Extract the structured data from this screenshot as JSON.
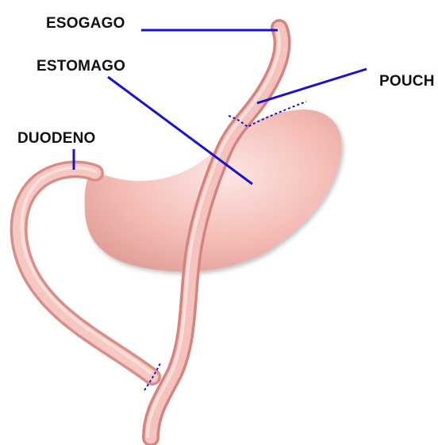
{
  "labels": {
    "esogago": "ESOGAGO",
    "estomago": "ESTOMAGO",
    "pouch": "POUCH",
    "duodeno": "DUODENO"
  },
  "colors": {
    "background": "#ffffff",
    "tissue": "#f2b3ae",
    "tissue_light": "#fde0dc",
    "tissue_dark": "#d98d88",
    "leader_line": "#1a12c8",
    "label_text": "#111111"
  }
}
